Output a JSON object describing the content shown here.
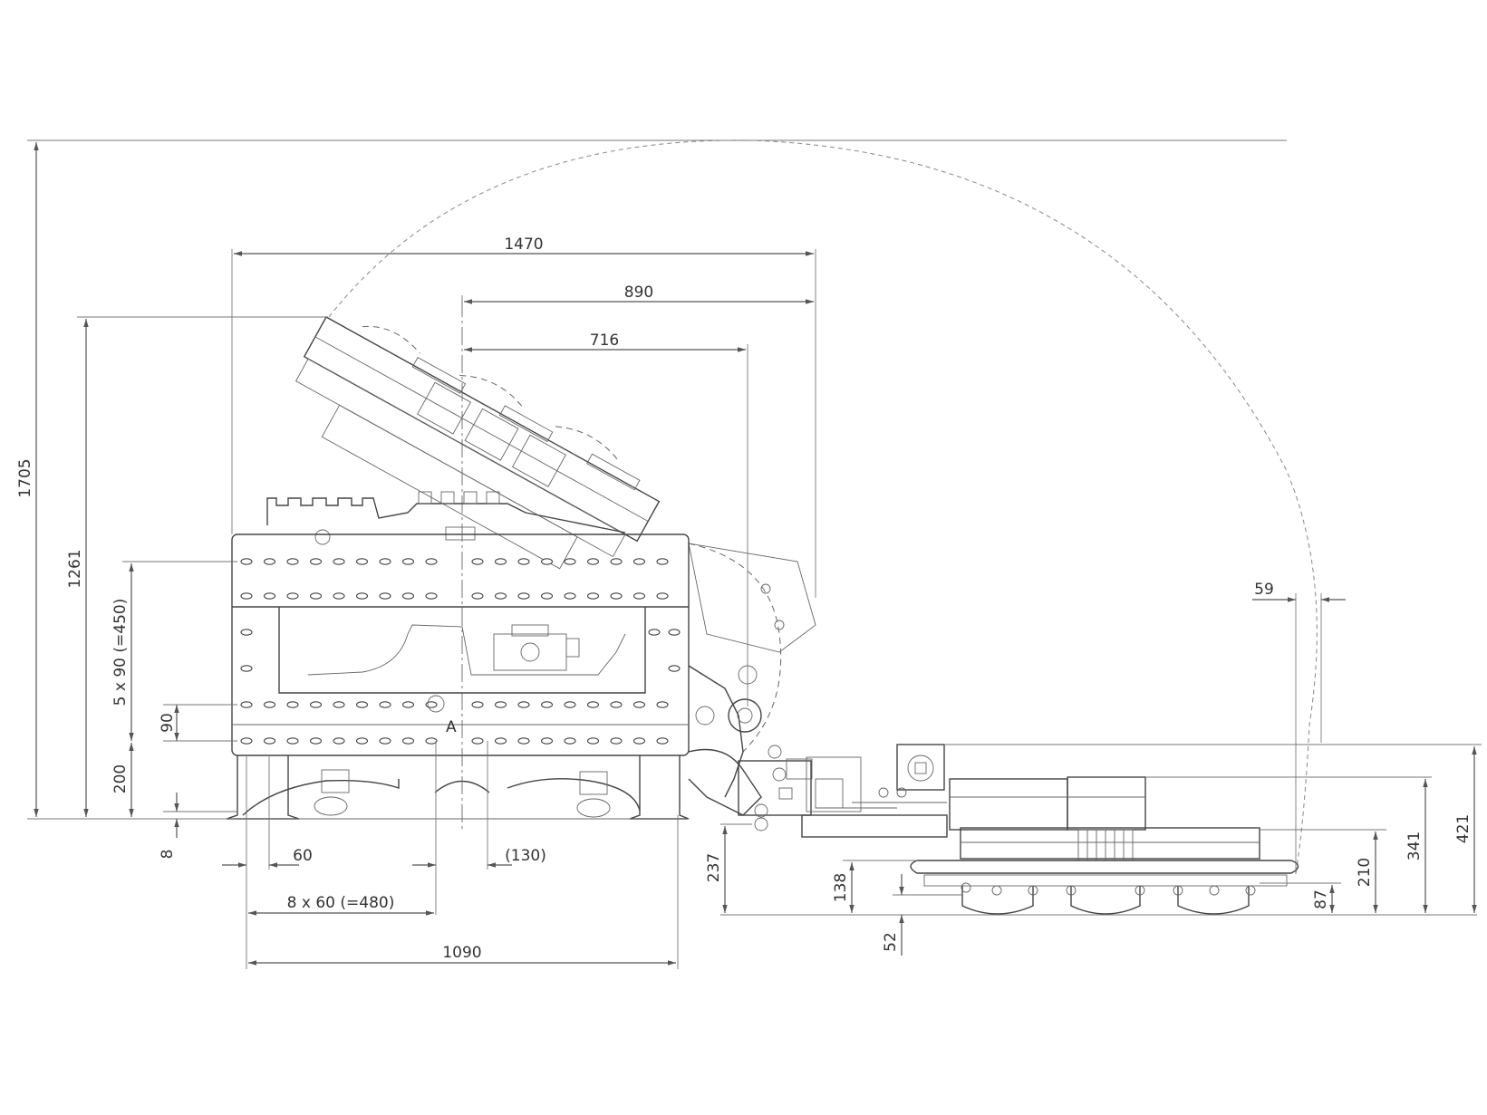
{
  "drawing": {
    "dimensions": {
      "overall_height": "1705",
      "overall_width": "1470",
      "reach_890": "890",
      "reach_716": "716",
      "height_1261": "1261",
      "pitch_vertical": "5 x 90 (=450)",
      "step_90": "90",
      "height_200": "200",
      "offset_8": "8",
      "step_60": "60",
      "ref_130": "(130)",
      "pitch_horizontal": "8 x 60 (=480)",
      "base_1090": "1090",
      "offset_59": "59",
      "height_237": "237",
      "height_138": "138",
      "height_52": "52",
      "height_87": "87",
      "height_210": "210",
      "height_341": "341",
      "height_421": "421"
    },
    "detail_marker": "A"
  }
}
